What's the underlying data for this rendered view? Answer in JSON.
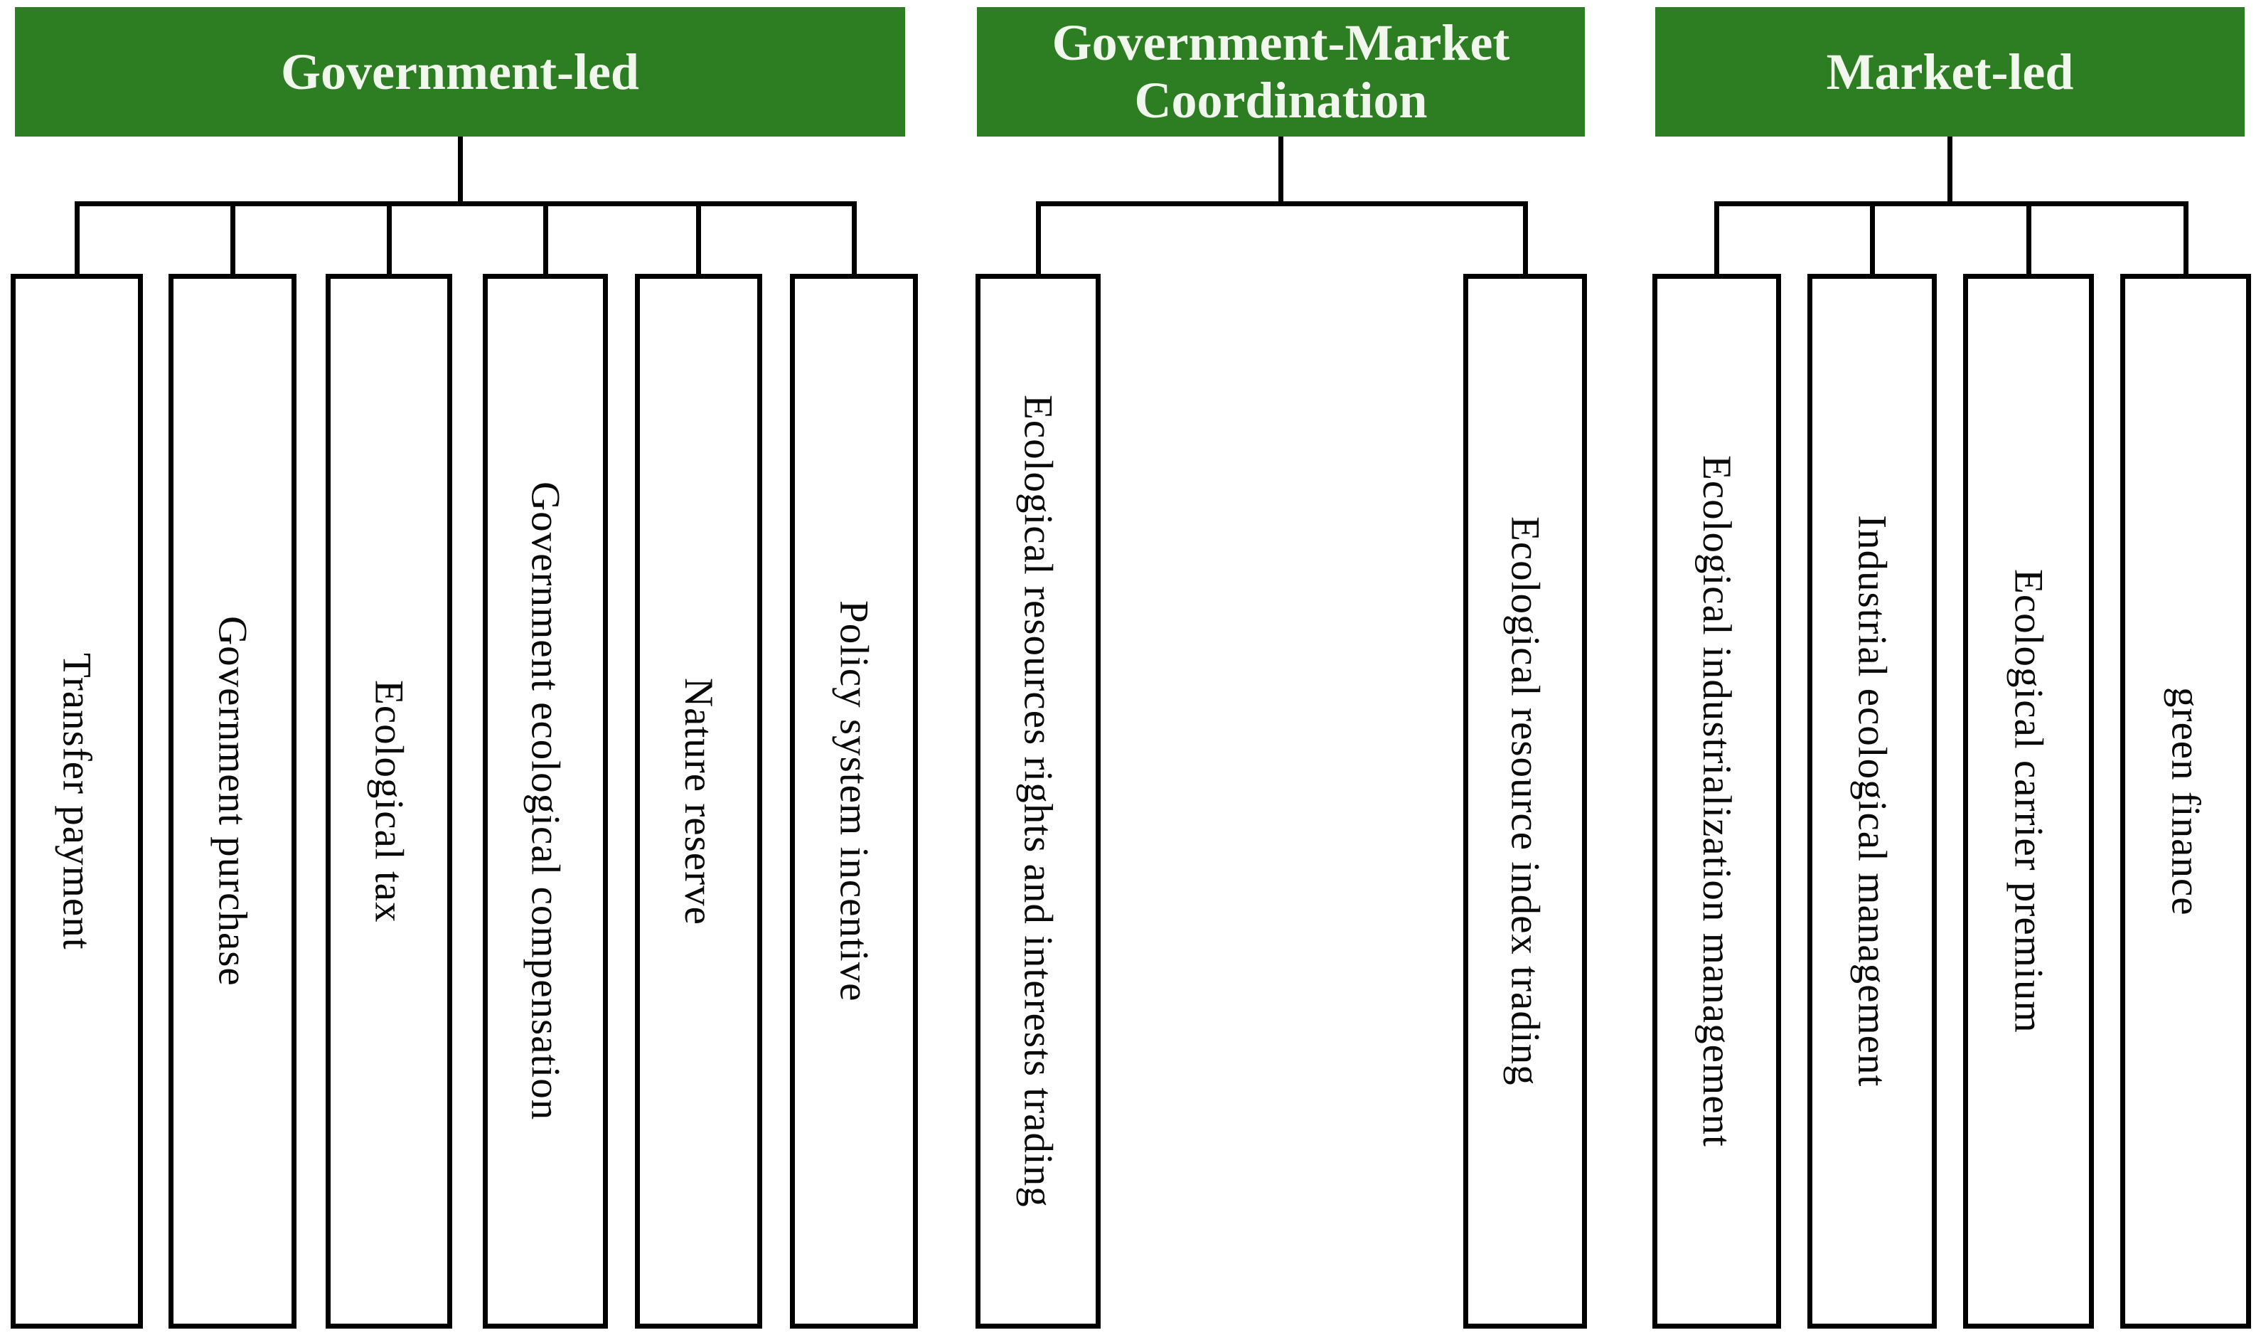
{
  "figure": {
    "type": "hierarchy-diagram",
    "colors": {
      "header_bg": "#2d7d23",
      "header_text": "#f2f7ee",
      "node_border": "#000000",
      "node_bg": "#ffffff",
      "connector": "#000000"
    },
    "groups": [
      {
        "label": "Government-led",
        "children": [
          "Transfer payment",
          "Government purchase",
          "Ecological tax",
          "Government ecological compensation",
          "Nature reserve",
          "Policy system incentive"
        ]
      },
      {
        "label": "Government-Market Coordination",
        "children": [
          "Ecological resources rights and interests trading",
          "Ecological resource index trading"
        ]
      },
      {
        "label": "Market-led",
        "children": [
          "Ecological industrialization management",
          "Industrial ecological management",
          "Ecological carrier premium",
          "green finance"
        ]
      }
    ]
  }
}
